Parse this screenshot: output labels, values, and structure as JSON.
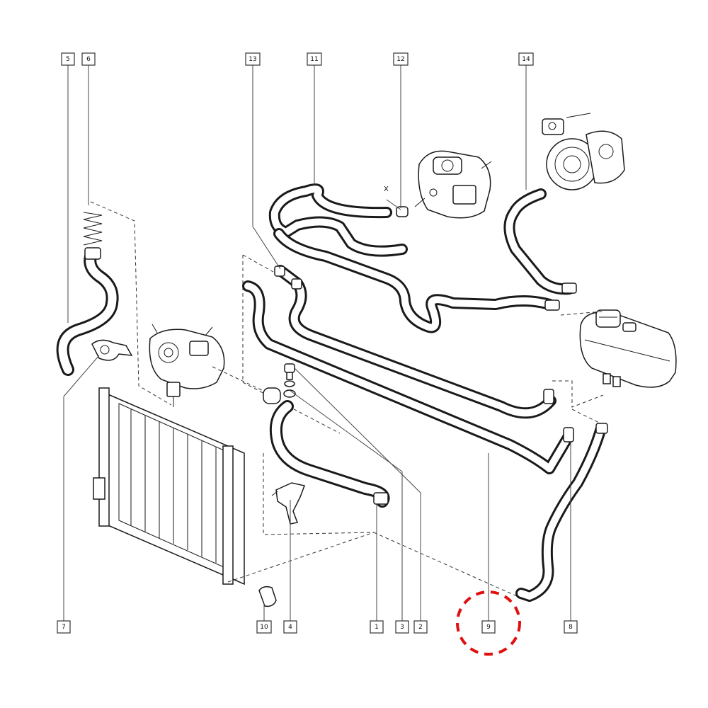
{
  "callouts": {
    "c1": "1",
    "c2": "2",
    "c3": "3",
    "c4": "4",
    "c5": "5",
    "c6": "6",
    "c7": "7",
    "c8": "8",
    "c9": "9",
    "c10": "10",
    "c11": "11",
    "c12": "12",
    "c13": "13",
    "c14": "14"
  },
  "marker_x": "X",
  "highlight": {
    "target": "9",
    "color": "#e01010",
    "style": "dashed-circle"
  }
}
